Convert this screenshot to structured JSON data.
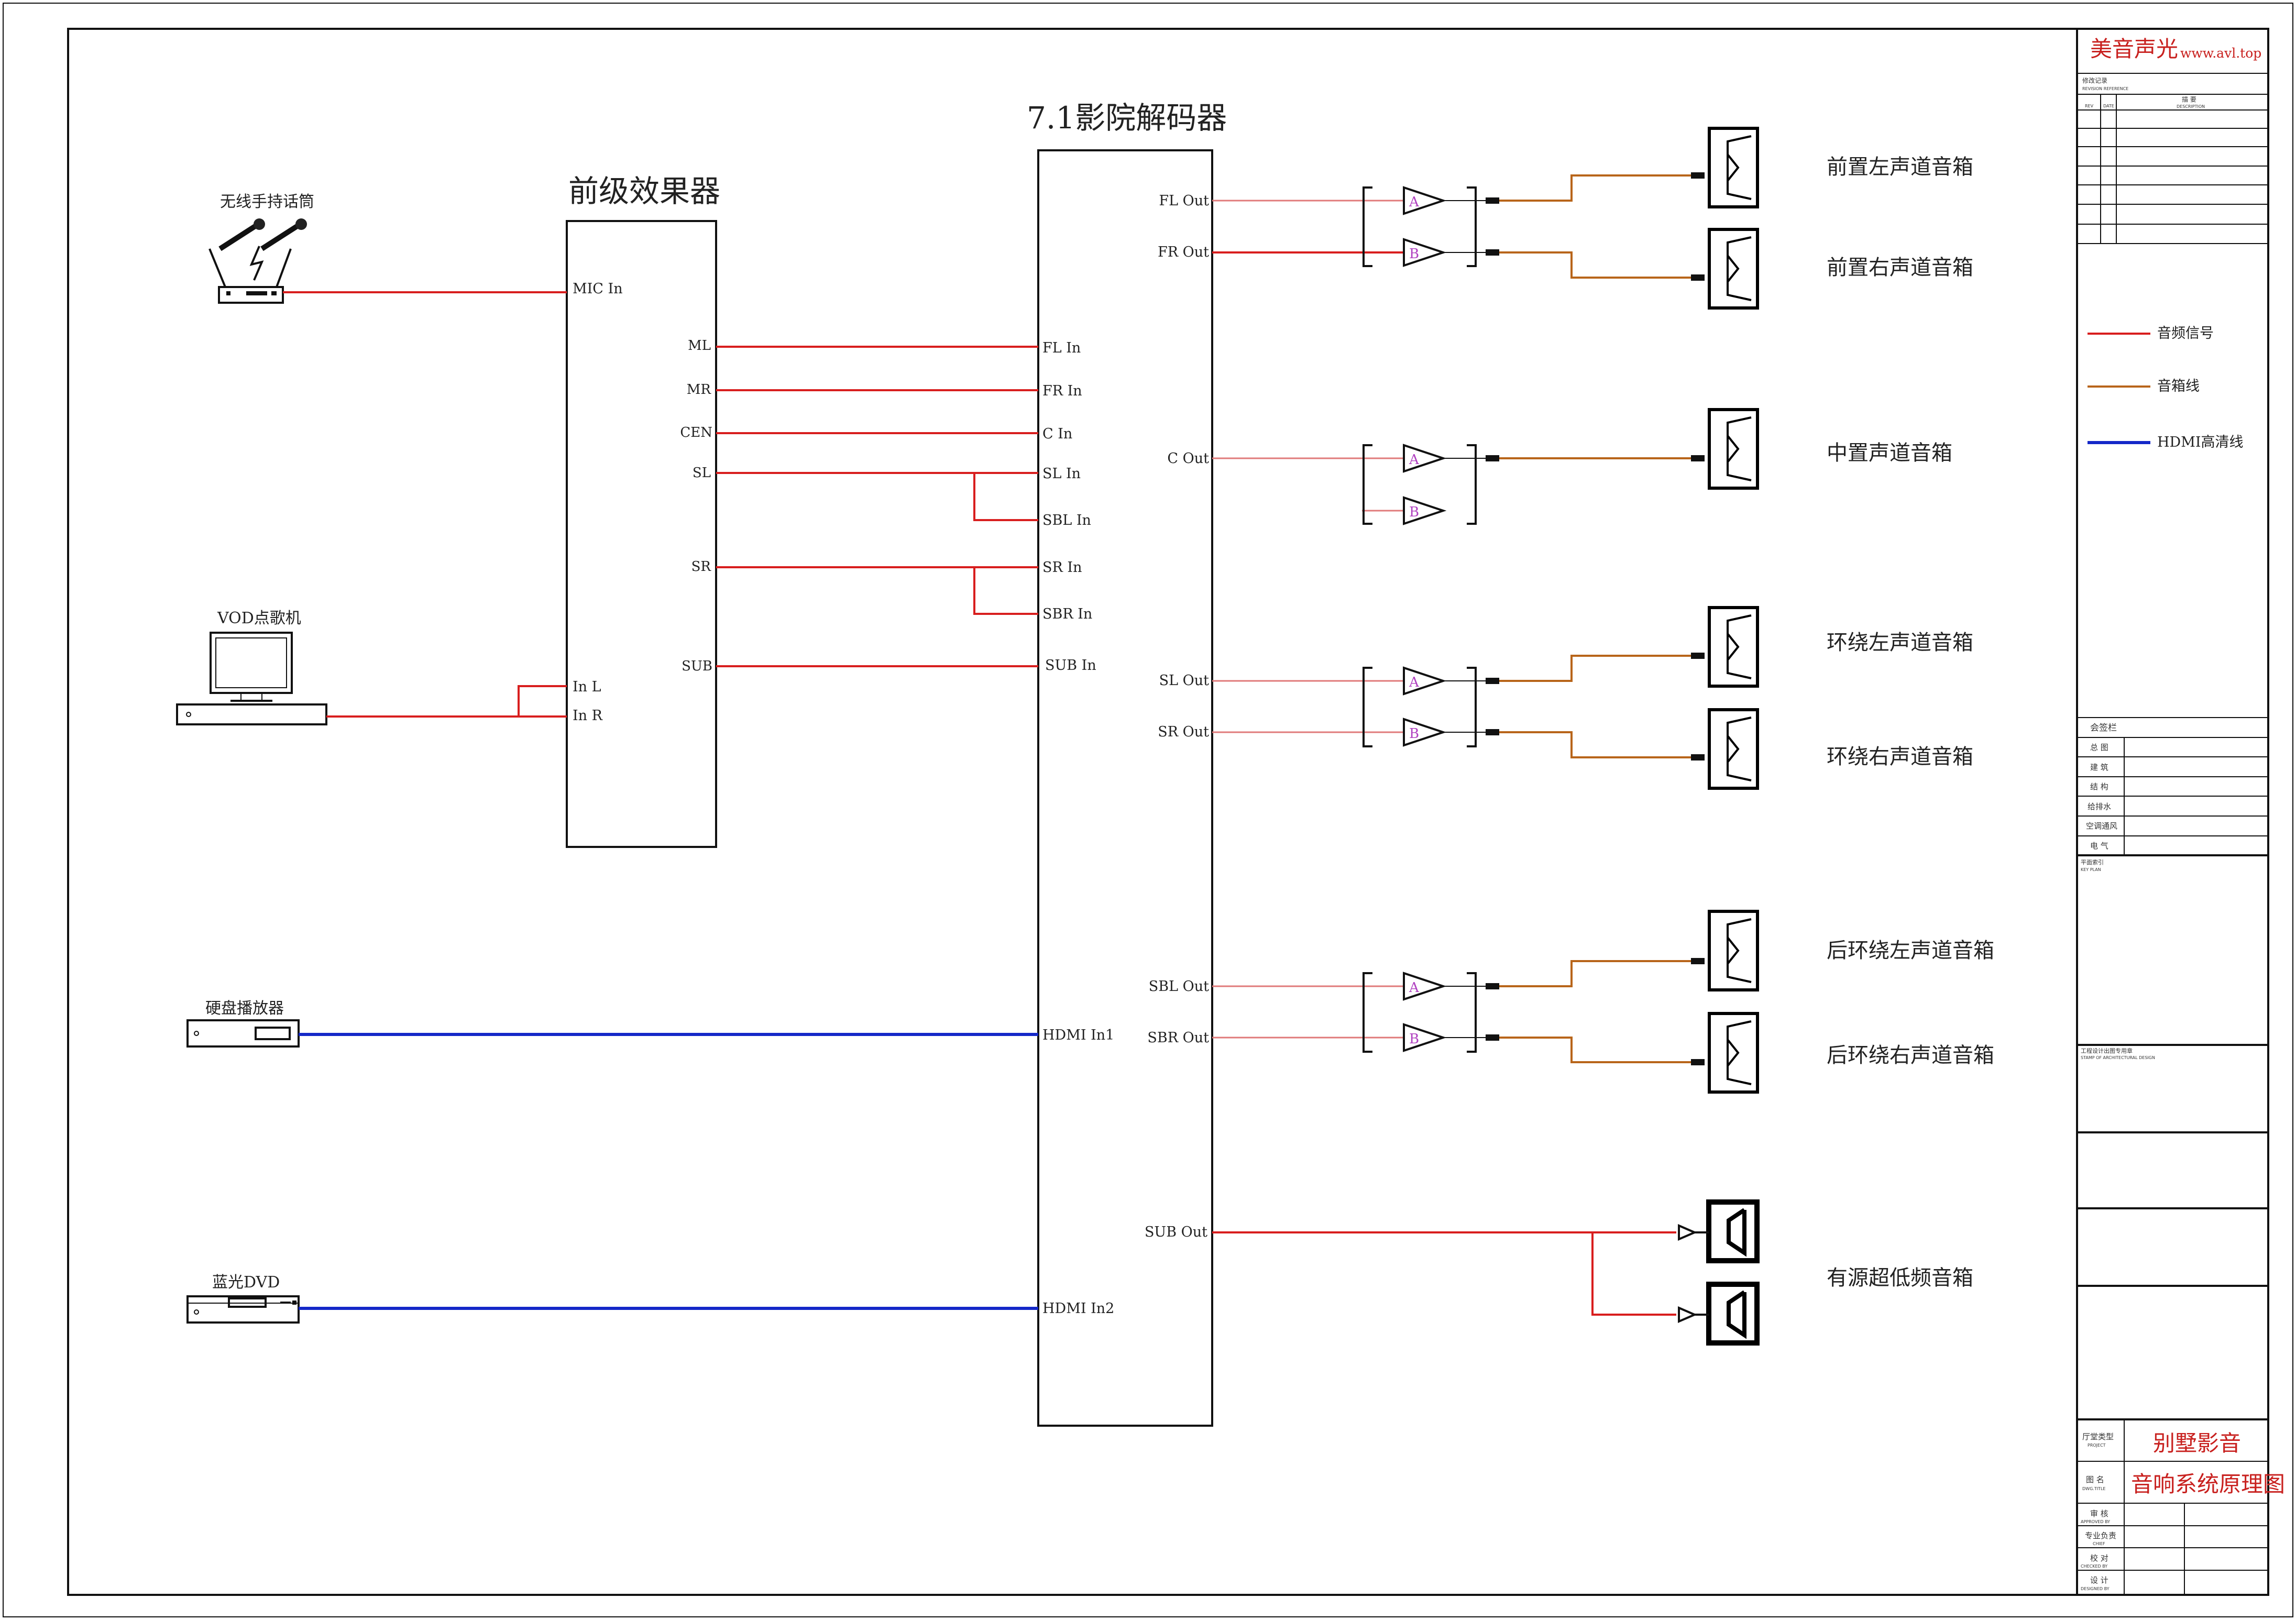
{
  "colors": {
    "audio_signal": "#d81e1e",
    "speaker_cable": "#b8651a",
    "hdmi": "#1428c8",
    "title_red": "#c8201e",
    "amp_letter": "#b040c0"
  },
  "sources": {
    "mic": "无线手持话筒",
    "vod": "VOD点歌机",
    "hdd": "硬盘播放器",
    "bluray": "蓝光DVD"
  },
  "preamp": {
    "title": "前级效果器",
    "inputs": [
      "MIC In",
      "In L",
      "In R"
    ],
    "outputs": [
      "ML",
      "MR",
      "CEN",
      "SL",
      "SR",
      "SUB"
    ]
  },
  "decoder": {
    "title": "7.1影院解码器",
    "inputs": [
      "FL In",
      "FR In",
      "C In",
      "SL In",
      "SBL In",
      "SR In",
      "SBR In",
      "SUB In",
      "HDMI In1",
      "HDMI In2"
    ],
    "outputs": [
      "FL Out",
      "FR Out",
      "C Out",
      "SL Out",
      "SR Out",
      "SBL Out",
      "SBR Out",
      "SUB Out"
    ]
  },
  "amp_channels": [
    "A",
    "B"
  ],
  "speakers": [
    "前置左声道音箱",
    "前置右声道音箱",
    "中置声道音箱",
    "环绕左声道音箱",
    "环绕右声道音箱",
    "后环绕左声道音箱",
    "后环绕右声道音箱",
    "有源超低频音箱"
  ],
  "title_block": {
    "brand": "美音声光",
    "url": "www.avl.top",
    "revision": "修改记录",
    "revision_en": "REVISION REFERENCE",
    "rev_cols": [
      "REV",
      "DATE",
      "描 要",
      "DESCRIPTION"
    ],
    "legend": [
      "音频信号",
      "音箱线",
      "HDMI高清线"
    ],
    "signoff_title": "会签栏",
    "signoff": [
      "总 图",
      "建 筑",
      "结 构",
      "给排水",
      "空调通风",
      "电 气"
    ],
    "key_plan": "平面索引",
    "key_plan_en": "KEY PLAN",
    "stamp": "工程设计出图专用章",
    "stamp_en": "STAMP OF ARCHITECTURAL DESIGN",
    "project_label": "厅堂类型",
    "project_label_en": "PROJECT",
    "project": "别墅影音",
    "drawing_label": "图 名",
    "drawing_label_en": "DWG.TITLE",
    "drawing": "音响系统原理图",
    "roles": [
      "审 核",
      "专业负责",
      "校 对",
      "设 计"
    ],
    "roles_en": [
      "APPROVED BY",
      "CHIEF",
      "CHECKED BY",
      "DESIGNED BY"
    ]
  }
}
